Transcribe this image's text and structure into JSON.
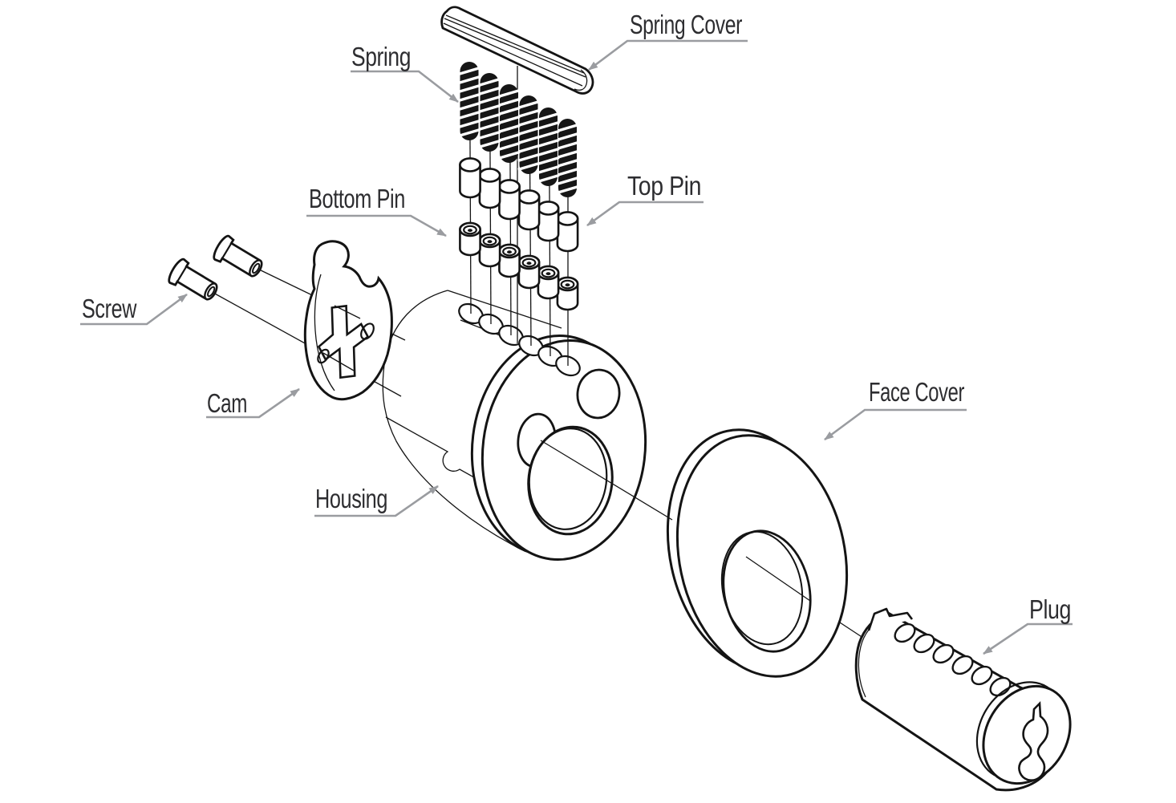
{
  "diagram": {
    "subject": "Pin tumbler lock cylinder exploded-view technical illustration",
    "background_color": "#ffffff",
    "colors": {
      "part_outline": "#141414",
      "spring_fill": "#161616",
      "leader_line": "#9a9ca0",
      "label_text": "#2d2d30"
    },
    "labels": {
      "spring_cover": "Spring Cover",
      "spring": "Spring",
      "bottom_pin": "Bottom Pin",
      "top_pin": "Top Pin",
      "screw": "Screw",
      "cam": "Cam",
      "housing": "Housing",
      "face_cover": "Face Cover",
      "plug": "Plug"
    },
    "part_counts": {
      "springs": 6,
      "top_pins": 6,
      "bottom_pins": 6,
      "screws": 2,
      "plug_holes": 6
    }
  }
}
